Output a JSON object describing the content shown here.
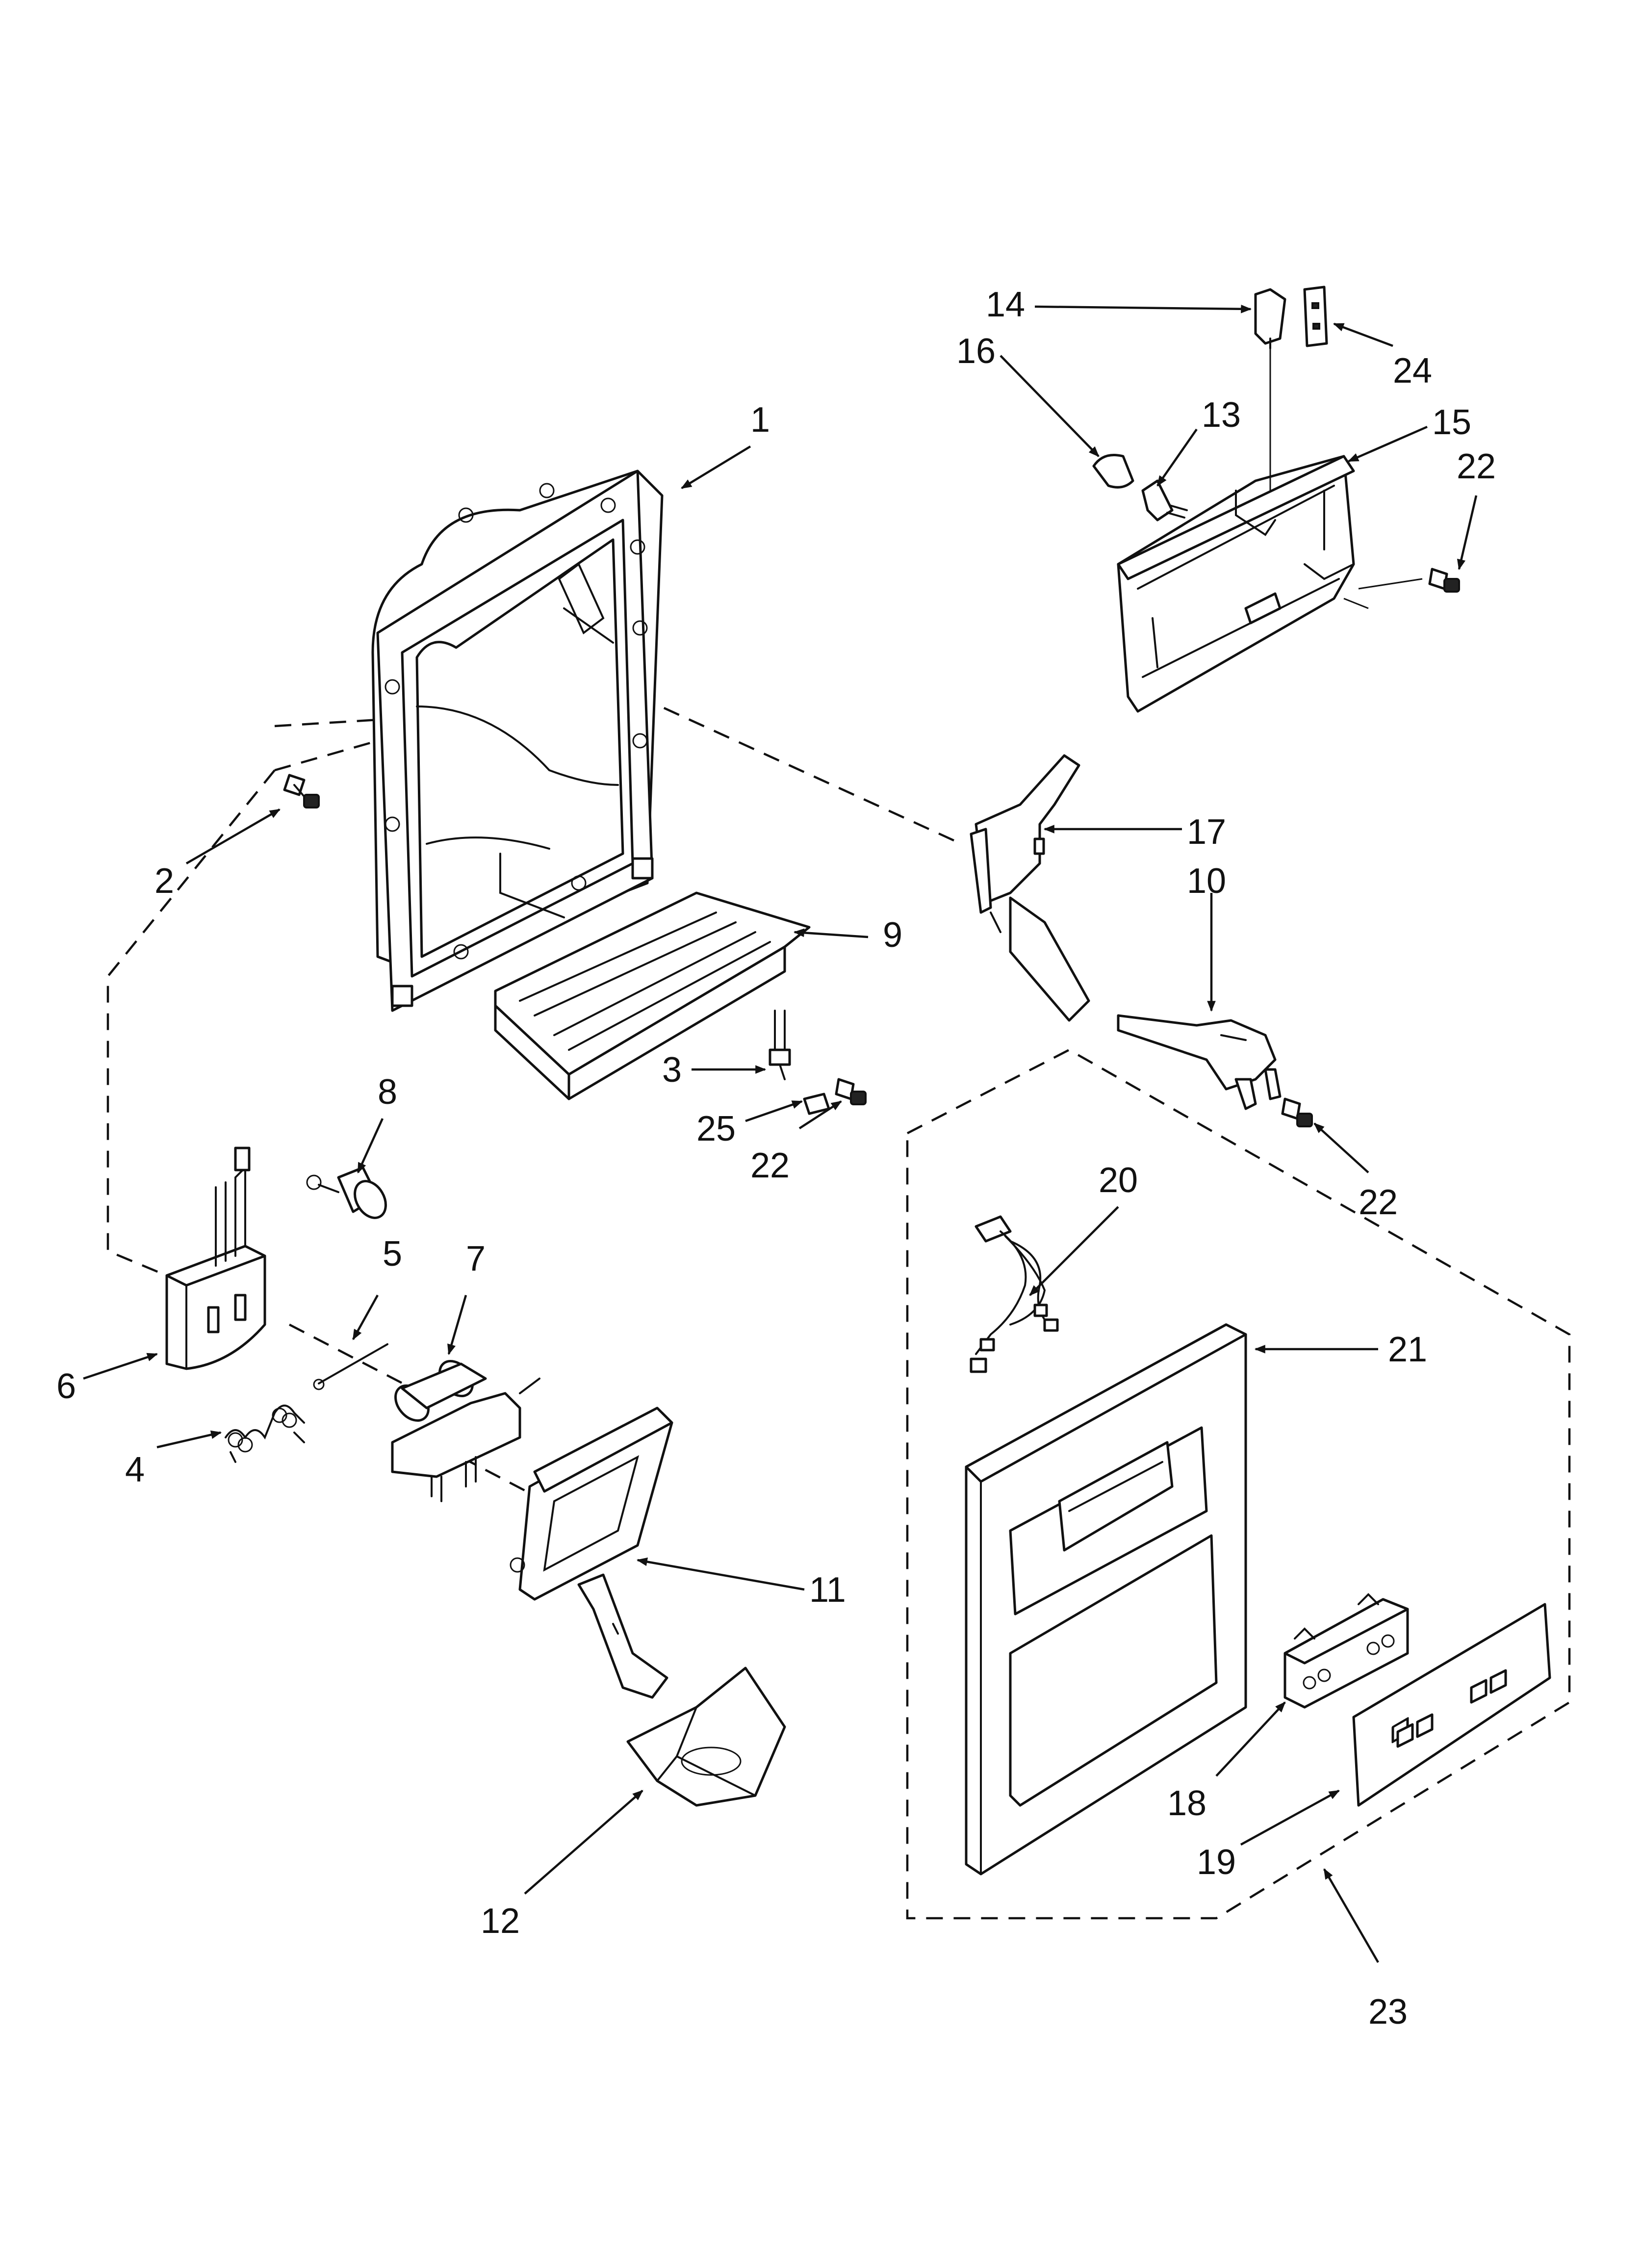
{
  "callouts": {
    "c1": "1",
    "c2": "2",
    "c3": "3",
    "c4": "4",
    "c5": "5",
    "c6": "6",
    "c7": "7",
    "c8": "8",
    "c9": "9",
    "c10": "10",
    "c11": "11",
    "c12": "12",
    "c13": "13",
    "c14": "14",
    "c15": "15",
    "c16": "16",
    "c17": "17",
    "c18": "18",
    "c19": "19",
    "c20": "20",
    "c21": "21",
    "c22a": "22",
    "c22b": "22",
    "c22c": "22",
    "c23": "23",
    "c24": "24",
    "c25": "25"
  },
  "colors": {
    "line": "#111111",
    "background": "#ffffff"
  }
}
